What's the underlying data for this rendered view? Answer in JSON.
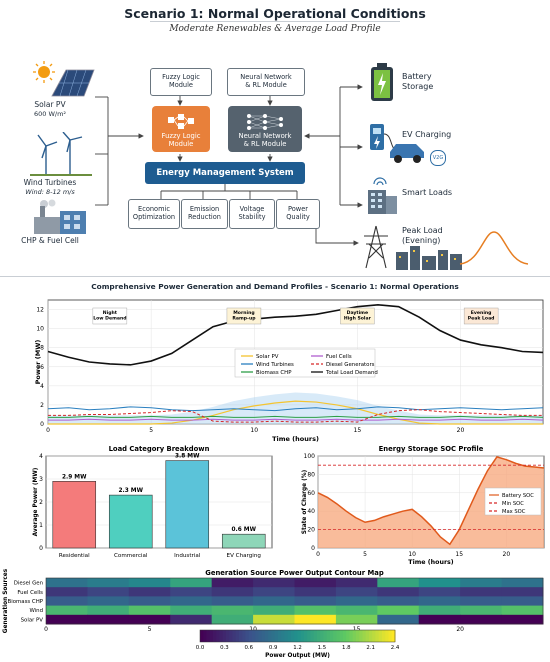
{
  "header": {
    "title": "Scenario 1: Normal Operational Conditions",
    "subtitle": "Moderate Renewables & Average Load Profile"
  },
  "diagram": {
    "sources": [
      {
        "name": "Solar PV",
        "detail": "600 W/m²",
        "icon": "solar-panel-icon"
      },
      {
        "name": "Wind Turbines",
        "detail": "Wind: 8-12 m/s",
        "icon": "wind-turbine-icon"
      },
      {
        "name": "CHP & Fuel Cell",
        "detail": "",
        "icon": "chp-plant-icon"
      }
    ],
    "modules_top": [
      "Fuzzy Logic\nModule",
      "Neural Network\n& RL Module"
    ],
    "modules_inner": [
      "Fuzzy Logic\nModule",
      "Neural Network\n& RL Module"
    ],
    "ems_label": "Energy Management System",
    "objectives": [
      "Economic\nOptimization",
      "Emission\nReduction",
      "Voltage\nStability",
      "Power\nQuality"
    ],
    "loads": [
      {
        "name": "Battery\nStorage",
        "icon": "battery-icon"
      },
      {
        "name": "EV Charging",
        "icon": "ev-charging-icon",
        "badge": "V2G"
      },
      {
        "name": "Smart Loads",
        "icon": "smart-building-icon"
      },
      {
        "name": "Peak Load\n(Evening)",
        "icon": "transmission-tower-icon"
      }
    ]
  },
  "colors": {
    "ems_blue": "#1e5c91",
    "fuzzy_orange": "#e8803a",
    "nn_gray": "#55626e",
    "solar": "#f4c430",
    "wind": "#2a7fbf",
    "biomass": "#2e9e48",
    "fuel_cells": "#b05fd0",
    "diesel": "#d62728",
    "demand": "#111111"
  },
  "chart_data": [
    {
      "type": "line",
      "title": "Comprehensive Power Generation and Demand Profiles - Scenario 1: Normal Operations",
      "xlabel": "Time (hours)",
      "ylabel": "Power (MW)",
      "xlim": [
        0,
        24
      ],
      "ylim": [
        0,
        13
      ],
      "xticks": [
        0,
        5,
        10,
        15,
        20
      ],
      "yticks": [
        0,
        2,
        4,
        6,
        8,
        10,
        12
      ],
      "grid": true,
      "legend_position": "center",
      "annotations": [
        {
          "text": "Night\nLow Demand",
          "x": 3
        },
        {
          "text": "Morning\nRamp-up",
          "x": 9.5
        },
        {
          "text": "Daytime\nHigh Solar",
          "x": 15
        },
        {
          "text": "Evening\nPeak Load",
          "x": 21
        }
      ],
      "x": [
        0,
        1,
        2,
        3,
        4,
        5,
        6,
        7,
        8,
        9,
        10,
        11,
        12,
        13,
        14,
        15,
        16,
        17,
        18,
        19,
        20,
        21,
        22,
        23,
        24
      ],
      "series": [
        {
          "name": "Solar PV",
          "values": [
            0,
            0,
            0,
            0,
            0,
            0,
            0.1,
            0.4,
            0.9,
            1.5,
            1.9,
            2.2,
            2.4,
            2.3,
            2.0,
            1.6,
            1.0,
            0.5,
            0.1,
            0,
            0,
            0,
            0,
            0,
            0
          ]
        },
        {
          "name": "Wind Turbines",
          "values": [
            1.6,
            1.7,
            1.5,
            1.6,
            1.8,
            1.7,
            1.5,
            1.4,
            1.5,
            1.6,
            1.5,
            1.4,
            1.6,
            1.7,
            1.5,
            1.6,
            1.8,
            1.7,
            1.5,
            1.6,
            1.7,
            1.6,
            1.5,
            1.6,
            1.7
          ]
        },
        {
          "name": "Biomass CHP",
          "values": [
            0.7,
            0.7,
            0.8,
            0.7,
            0.7,
            0.8,
            0.7,
            0.7,
            0.8,
            0.7,
            0.7,
            0.8,
            0.7,
            0.7,
            0.8,
            0.7,
            0.7,
            0.8,
            0.7,
            0.7,
            0.8,
            0.7,
            0.7,
            0.8,
            0.7
          ]
        },
        {
          "name": "Fuel Cells",
          "values": [
            0.4,
            0.4,
            0.5,
            0.4,
            0.4,
            0.5,
            0.4,
            0.4,
            0.5,
            0.4,
            0.4,
            0.5,
            0.4,
            0.4,
            0.5,
            0.4,
            0.4,
            0.5,
            0.4,
            0.4,
            0.5,
            0.4,
            0.4,
            0.5,
            0.4
          ]
        },
        {
          "name": "Diesel Generators",
          "values": [
            0.9,
            0.9,
            1.0,
            1.0,
            1.1,
            1.2,
            1.4,
            1.3,
            0.3,
            0.2,
            0.2,
            0.3,
            0.2,
            0.2,
            0.3,
            0.2,
            1.0,
            1.4,
            1.5,
            1.3,
            1.2,
            1.1,
            1.0,
            0.9,
            0.9
          ]
        },
        {
          "name": "Total Load Demand",
          "values": [
            7.6,
            7.0,
            6.5,
            6.3,
            6.2,
            6.6,
            7.4,
            8.8,
            10.2,
            10.8,
            11.0,
            11.2,
            11.3,
            11.5,
            11.9,
            12.3,
            12.5,
            12.3,
            11.2,
            9.8,
            8.8,
            8.3,
            8.0,
            7.6,
            7.5
          ]
        }
      ]
    },
    {
      "type": "bar",
      "title": "Load Category Breakdown",
      "ylabel": "Average Power (MW)",
      "ylim": [
        0,
        4
      ],
      "yticks": [
        0,
        1,
        2,
        3,
        4
      ],
      "categories": [
        "Residential",
        "Commercial",
        "Industrial",
        "EV Charging"
      ],
      "values": [
        2.9,
        2.3,
        3.8,
        0.6
      ],
      "data_labels": [
        "2.9 MW",
        "2.3 MW",
        "3.8 MW",
        "0.6 MW"
      ],
      "colors": [
        "#f47b7b",
        "#4fcfbf",
        "#5bc3d9",
        "#8ed6b8"
      ]
    },
    {
      "type": "area",
      "title": "Energy Storage SOC Profile",
      "xlabel": "Time (hours)",
      "ylabel": "State of Charge (%)",
      "xlim": [
        0,
        24
      ],
      "ylim": [
        0,
        100
      ],
      "xticks": [
        0,
        5,
        10,
        15,
        20
      ],
      "yticks": [
        0,
        20,
        40,
        60,
        80,
        100
      ],
      "grid": true,
      "legend_position": "center-right",
      "x": [
        0,
        1,
        2,
        3,
        4,
        5,
        6,
        7,
        8,
        9,
        10,
        11,
        12,
        13,
        14,
        15,
        16,
        17,
        18,
        19,
        20,
        21,
        22,
        23,
        24
      ],
      "series": [
        {
          "name": "Battery SOC",
          "values": [
            60,
            55,
            48,
            40,
            33,
            28,
            30,
            34,
            37,
            40,
            42,
            34,
            24,
            12,
            4,
            20,
            42,
            64,
            84,
            99,
            96,
            92,
            89,
            88,
            87
          ]
        },
        {
          "name": "Min SOC",
          "values": [
            20
          ]
        },
        {
          "name": "Max SOC",
          "values": [
            90
          ]
        }
      ]
    },
    {
      "type": "heatmap",
      "title": "Generation Source Power Output Contour Map",
      "xlabel": "",
      "ylabel": "Generation Sources",
      "xticks": [
        0,
        5,
        10,
        15,
        20
      ],
      "rows": [
        "Diesel Gen",
        "Fuel Cells",
        "Biomass CHP",
        "Wind",
        "Solar PV"
      ],
      "colorbar_label": "Power Output (MW)",
      "colorbar_ticks": [
        0.0,
        0.3,
        0.6,
        0.9,
        1.2,
        1.5,
        1.8,
        2.1,
        2.4
      ],
      "values": [
        [
          0.9,
          1.0,
          1.1,
          1.4,
          0.2,
          0.3,
          0.2,
          0.3,
          1.4,
          1.2,
          1.0,
          0.9
        ],
        [
          0.4,
          0.5,
          0.4,
          0.5,
          0.4,
          0.5,
          0.4,
          0.5,
          0.4,
          0.5,
          0.4,
          0.4
        ],
        [
          0.7,
          0.8,
          0.7,
          0.8,
          0.7,
          0.8,
          0.7,
          0.8,
          0.7,
          0.8,
          0.7,
          0.7
        ],
        [
          1.6,
          1.5,
          1.7,
          1.5,
          1.6,
          1.5,
          1.7,
          1.6,
          1.8,
          1.5,
          1.6,
          1.7
        ],
        [
          0,
          0,
          0,
          0.3,
          1.5,
          2.2,
          2.4,
          1.9,
          0.8,
          0,
          0,
          0
        ]
      ]
    }
  ]
}
